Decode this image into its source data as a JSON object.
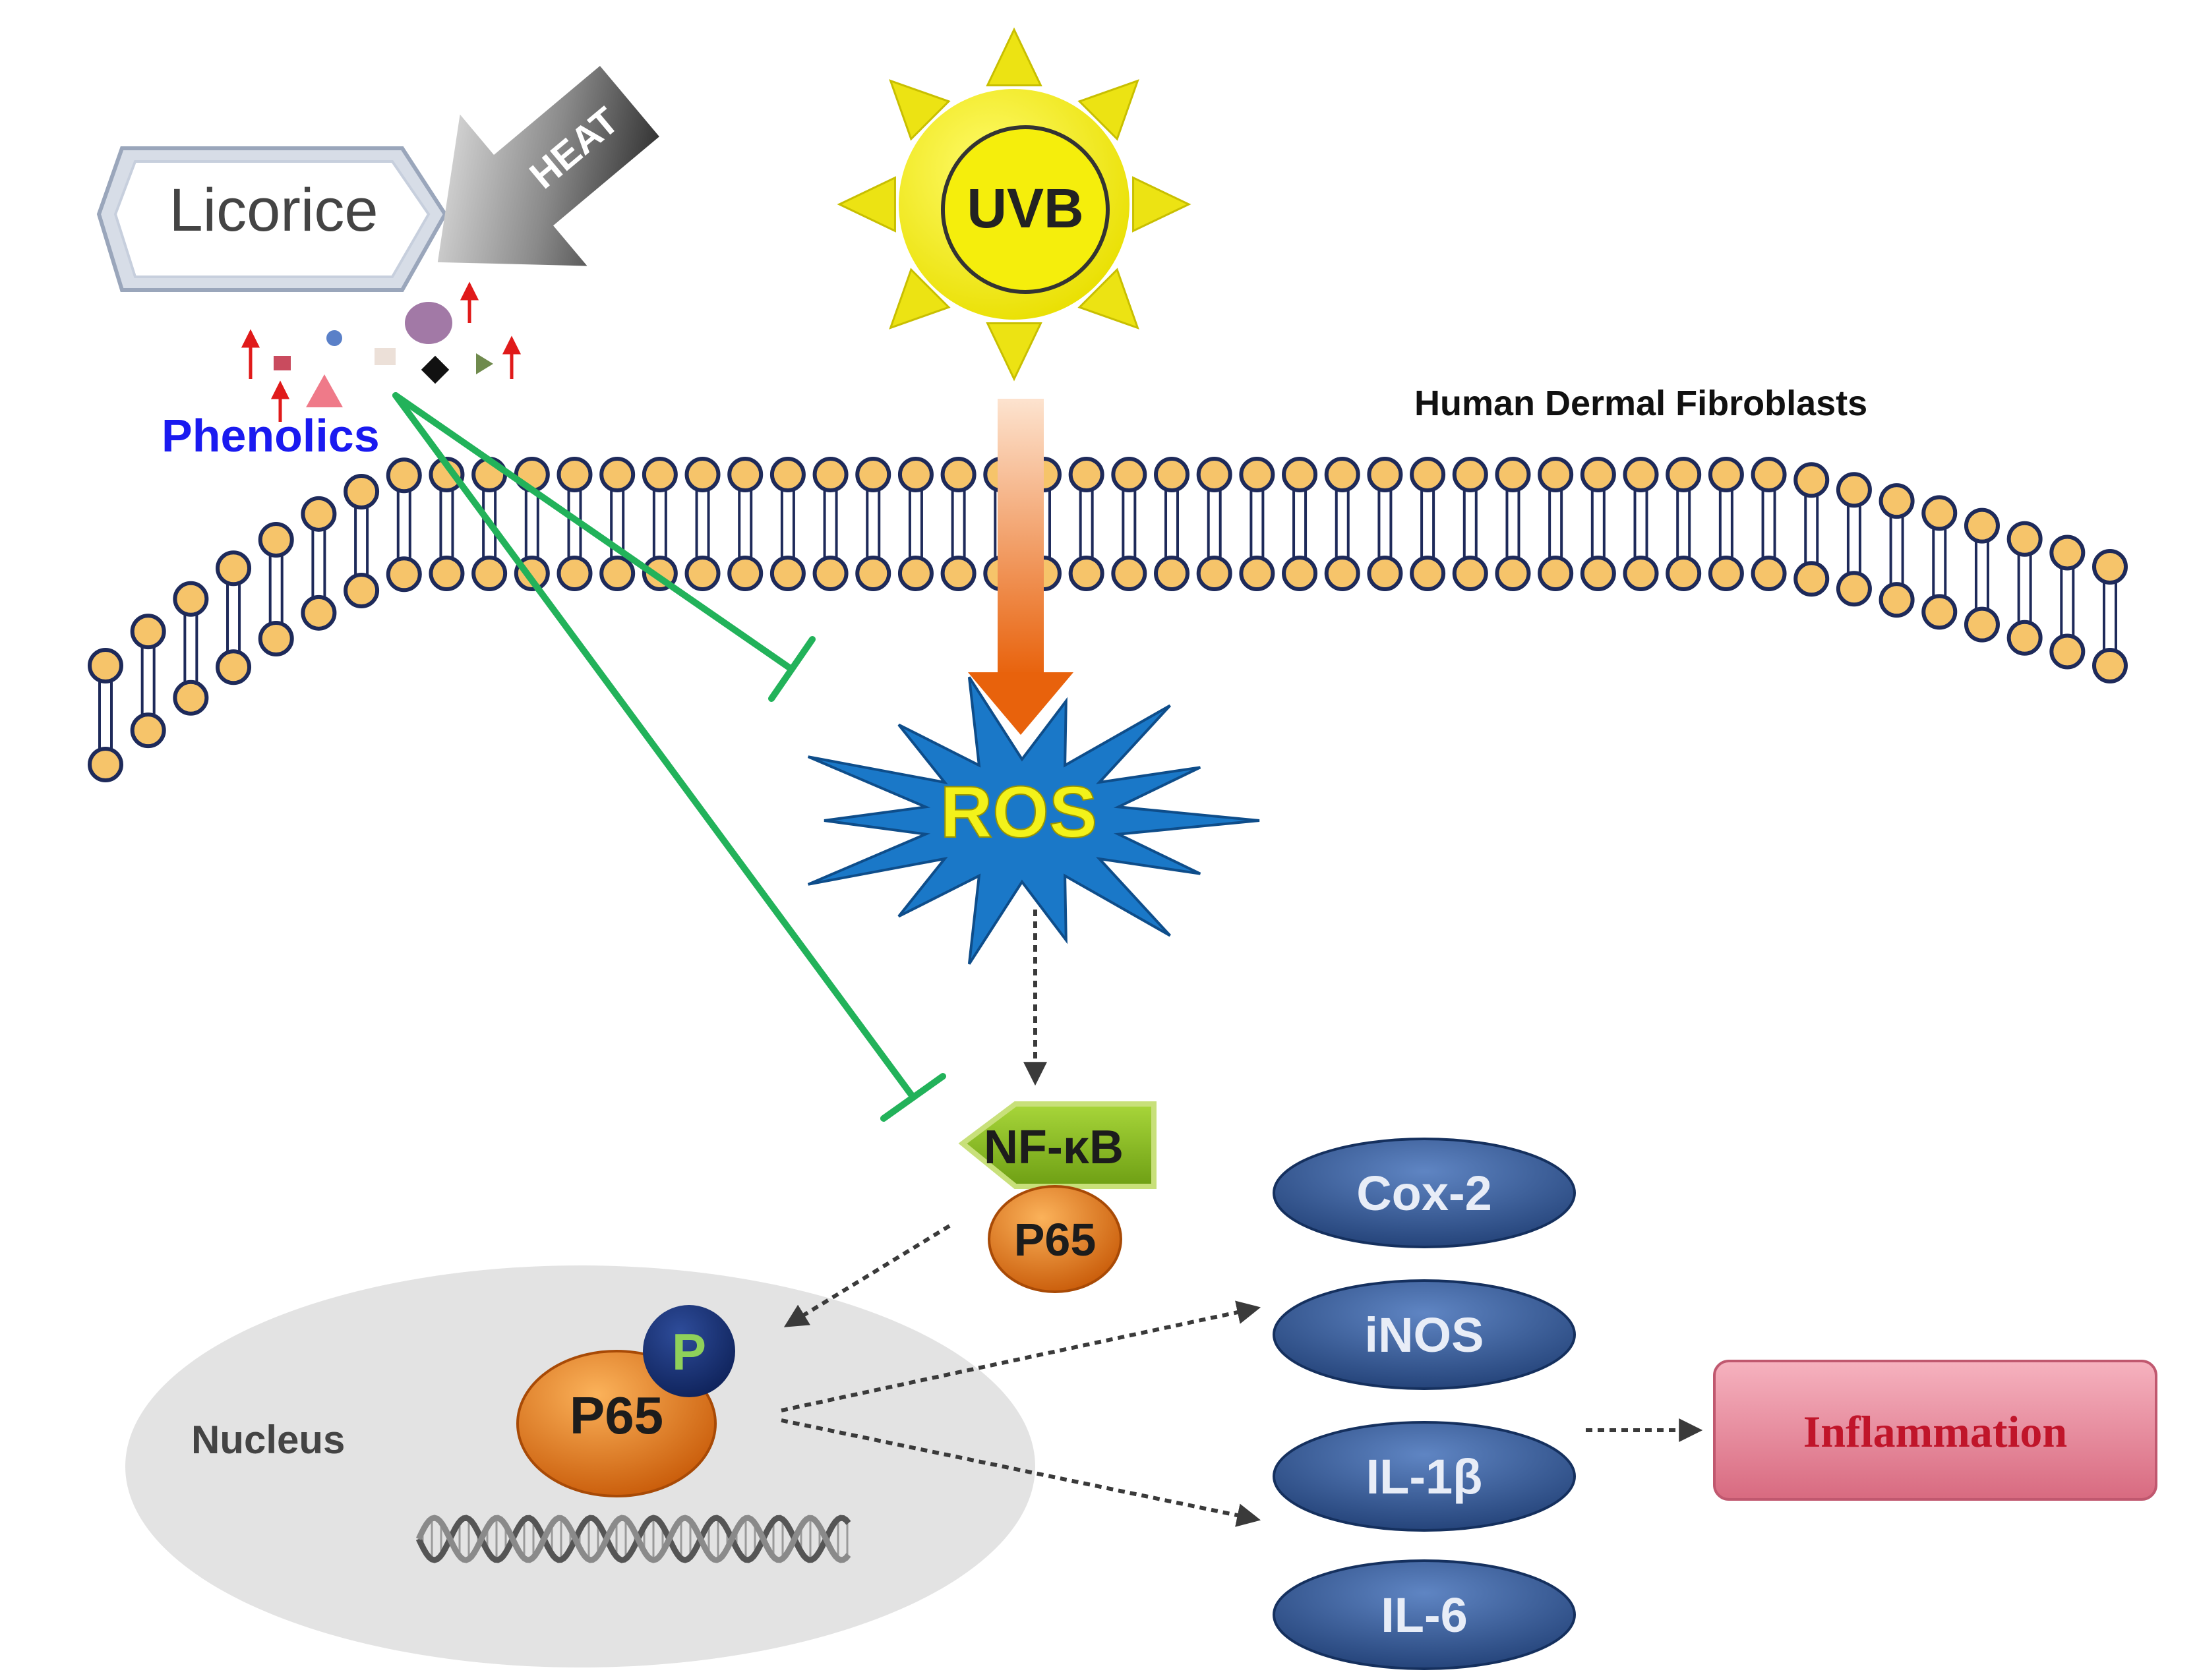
{
  "labels": {
    "licorice": "Licorice",
    "heat": "HEAT",
    "phenolics": "Phenolics",
    "uvb": "UVB",
    "cell_type": "Human Dermal Fibroblasts",
    "ros": "ROS",
    "nfkb": "NF-κB",
    "p65_cytoplasm": "P65",
    "nucleus": "Nucleus",
    "p65_nucleus": "P65",
    "phospho": "P",
    "inflammation": "Inflammation"
  },
  "mediators": [
    "Cox-2",
    "iNOS",
    "IL-1β",
    "IL-6"
  ],
  "colors": {
    "inhibition_line": "#22b25a",
    "membrane_head": "#f6c46a",
    "membrane_outline": "#1e2a5a",
    "sun": "#f2ee10",
    "ros_star": "#1a78c8",
    "ros_text": "#f3f21a",
    "nfkb_tag": "#8fc31f",
    "p65": "#e8741a",
    "mediator_fill": "#2c4f8c",
    "phenolics_text": "#1a1af0",
    "inflammation_fill": "#e07b8e",
    "inflammation_text": "#c0152a",
    "nucleus_fill": "#e3e3e3"
  },
  "icons": [
    "sun-icon",
    "heat-arrow-icon",
    "dna-helix-icon",
    "up-arrow-icon"
  ]
}
